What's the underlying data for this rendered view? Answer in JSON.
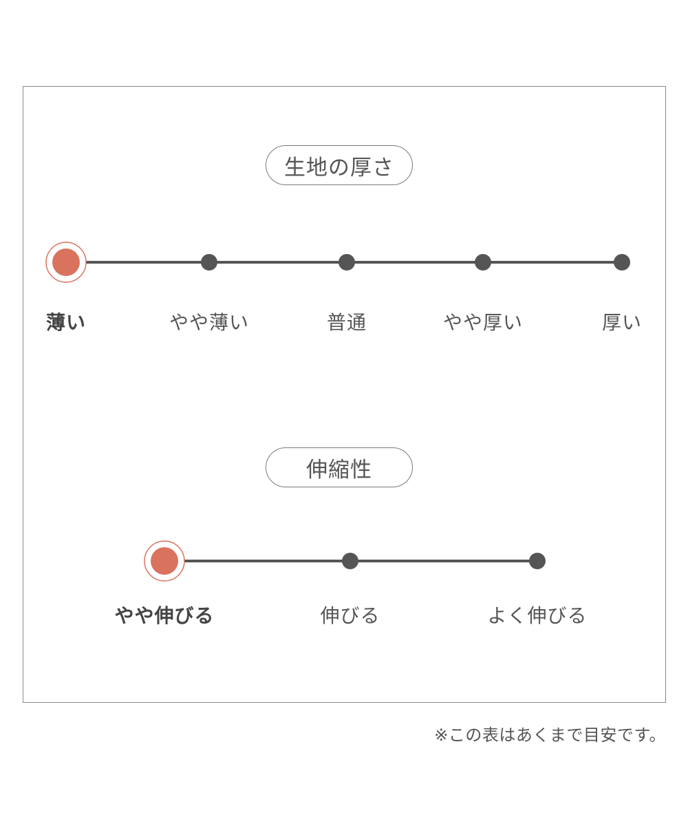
{
  "thickness": {
    "title": "生地の厚さ",
    "levels": [
      "薄い",
      "やや薄い",
      "普通",
      "やや厚い",
      "厚い"
    ],
    "selected_index": 0
  },
  "stretch": {
    "title": "伸縮性",
    "levels": [
      "やや伸びる",
      "伸びる",
      "よく伸びる"
    ],
    "selected_index": 0
  },
  "note": "※この表はあくまで目安です。",
  "colors": {
    "line": "#555555",
    "dot": "#555555",
    "selected": "#d9735e",
    "border": "#8a8a8a"
  },
  "icons": {
    "selected_marker": "selected-dot-icon",
    "scale_marker": "scale-dot-icon"
  }
}
